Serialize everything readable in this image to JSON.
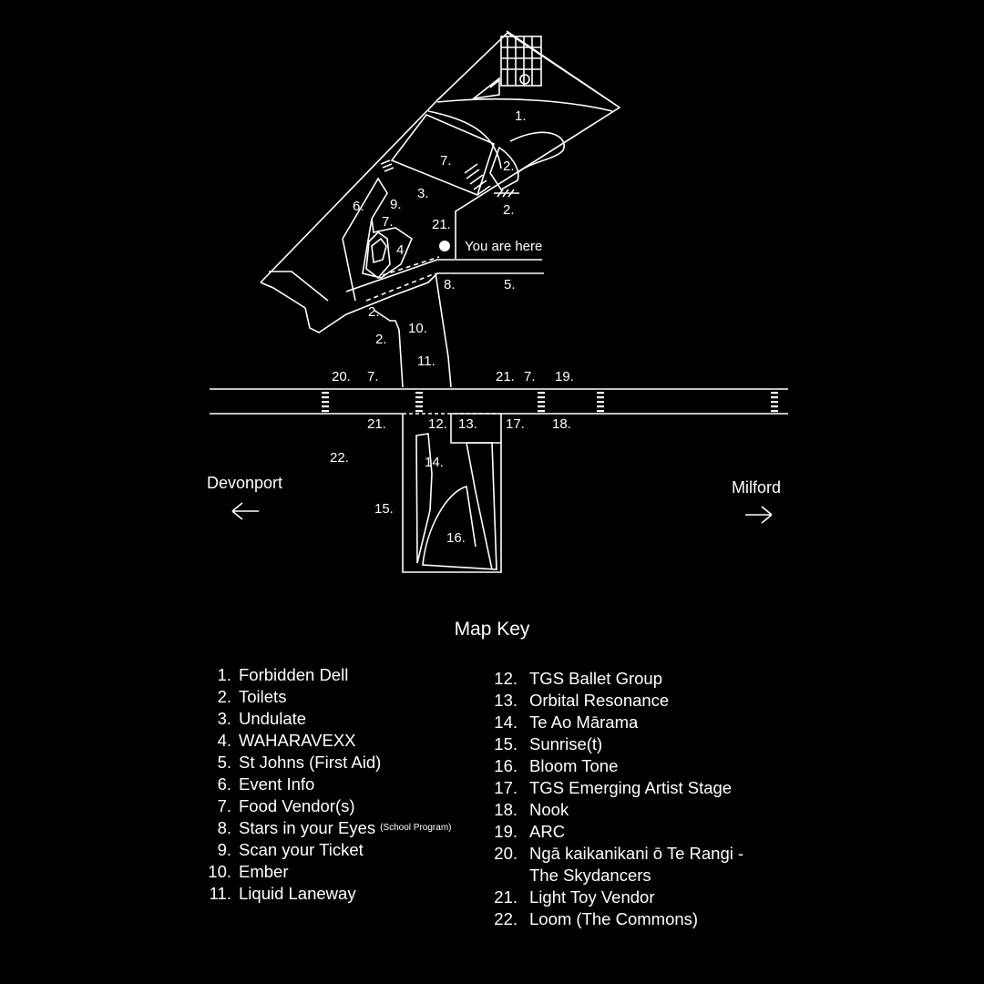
{
  "map": {
    "you_are_here": "You are here",
    "left_destination": "Devonport",
    "right_destination": "Milford",
    "labels": {
      "n1": "1.",
      "n2a": "2.",
      "n2b": "2.",
      "n2c": "2.",
      "n2d": "2.",
      "n3": "3.",
      "n4": "4.",
      "n5": "5.",
      "n6": "6.",
      "n7a": "7.",
      "n7b": "7.",
      "n7c": "7.",
      "n7d": "7.",
      "n8": "8.",
      "n9": "9.",
      "n10": "10.",
      "n11": "11.",
      "n12": "12.",
      "n13": "13.",
      "n14": "14.",
      "n15": "15.",
      "n16": "16.",
      "n17": "17.",
      "n18": "18.",
      "n19": "19.",
      "n20": "20.",
      "n21a": "21.",
      "n21b": "21.",
      "n21c": "21.",
      "n22": "22."
    }
  },
  "key": {
    "title": "Map Key",
    "items": [
      {
        "num": "1.",
        "name": "Forbidden Dell"
      },
      {
        "num": "2.",
        "name": "Toilets"
      },
      {
        "num": "3.",
        "name": "Undulate"
      },
      {
        "num": "4.",
        "name": "WAHARAVEXX"
      },
      {
        "num": "5.",
        "name": "St Johns (First Aid)"
      },
      {
        "num": "6.",
        "name": "Event Info"
      },
      {
        "num": "7.",
        "name": "Food Vendor(s)"
      },
      {
        "num": "8.",
        "name": "Stars in your Eyes",
        "note": "(School Program)"
      },
      {
        "num": "9.",
        "name": "Scan your Ticket"
      },
      {
        "num": "10.",
        "name": "Ember"
      },
      {
        "num": "11.",
        "name": "Liquid Laneway"
      },
      {
        "num": "12.",
        "name": "TGS Ballet Group"
      },
      {
        "num": "13.",
        "name": "Orbital Resonance"
      },
      {
        "num": "14.",
        "name": "Te Ao Mārama"
      },
      {
        "num": "15.",
        "name": "Sunrise(t)"
      },
      {
        "num": "16.",
        "name": "Bloom Tone"
      },
      {
        "num": "17.",
        "name": "TGS Emerging Artist Stage"
      },
      {
        "num": "18.",
        "name": "Nook"
      },
      {
        "num": "19.",
        "name": "ARC"
      },
      {
        "num": "20.",
        "name": "Ngā kaikanikani ō Te Rangi -",
        "name_line2": "The Skydancers"
      },
      {
        "num": "21.",
        "name": "Light Toy Vendor"
      },
      {
        "num": "22.",
        "name": "Loom (The Commons)"
      }
    ]
  }
}
